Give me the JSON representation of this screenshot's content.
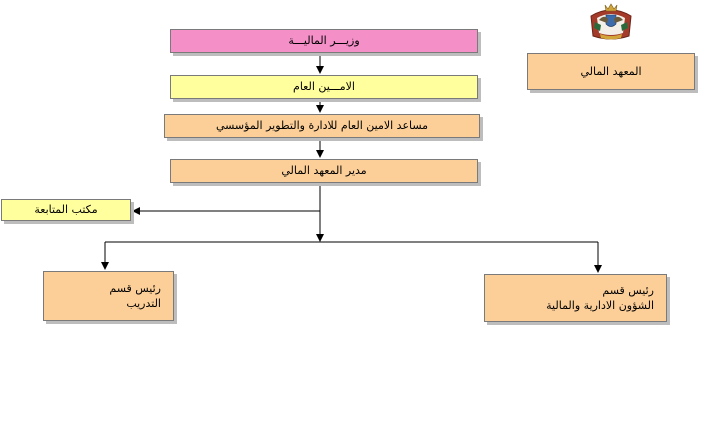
{
  "chart": {
    "minister": "وزيـــر الماليـــة",
    "secretary_general": "الامـــين العام",
    "assistant_secretary": "مساعد الامين العام للادارة والتطوير المؤسسي",
    "institute_director": "مدير المعهد المالي",
    "follow_up_office": "مكتب المتابعة",
    "training_head_line1": "رئيس قسم",
    "training_head_line2": "التدريب",
    "admin_finance_head_line1": "رئيس قسم",
    "admin_finance_head_line2": "الشؤون الادارية والمالية",
    "institute_label": "المعهد المالي"
  },
  "colors": {
    "minister_fill": "#f48fc8",
    "secretary_fill": "#ffff9e",
    "peach_fill": "#fccf99",
    "line": "#000000"
  },
  "icons": {
    "emblem": "jordan-coat-of-arms-icon"
  }
}
